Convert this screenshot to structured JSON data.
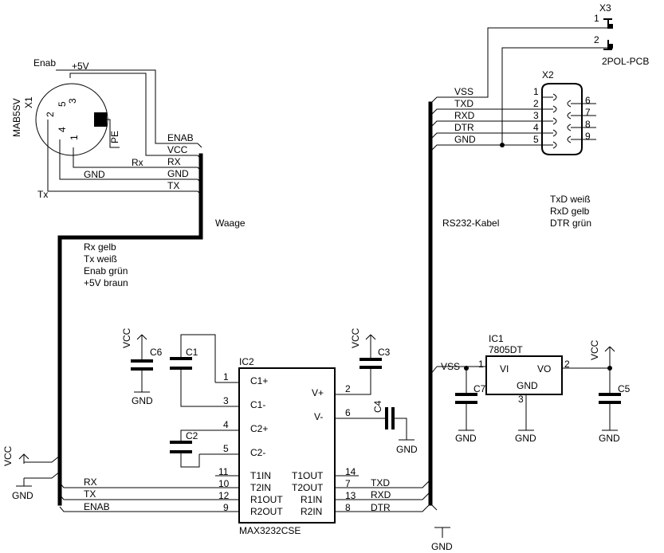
{
  "connectors": {
    "x1": {
      "ref": "X1",
      "type": "MAB5SV",
      "pin_enab": "Enab",
      "pin_5v": "+5V",
      "pin_tx": "Tx",
      "pin_pe": "PE",
      "pin2": "2",
      "pin3": "3",
      "pin4": "4",
      "pin5": "5",
      "pin1": "1"
    },
    "x2": {
      "ref": "X2",
      "pins": [
        "1",
        "2",
        "3",
        "4",
        "5",
        "6",
        "7",
        "8",
        "9"
      ]
    },
    "x3": {
      "ref": "X3",
      "type": "2POL-PCB",
      "pin1": "1",
      "pin2": "2"
    }
  },
  "scale_bus": {
    "label": "Waage",
    "signals": [
      "ENAB",
      "VCC",
      "RX",
      "GND",
      "TX"
    ],
    "rx_label": "Rx",
    "gnd_label": "GND",
    "colors_note": [
      "Rx gelb",
      "Tx weiß",
      "Enab grün",
      "+5V braun"
    ]
  },
  "rs232_bus": {
    "label": "RS232-Kabel",
    "signals": [
      "VSS",
      "TXD",
      "RXD",
      "DTR",
      "GND"
    ],
    "pin_numbers": [
      "1",
      "2",
      "3",
      "4",
      "5"
    ],
    "colors_note": [
      "TxD weiß",
      "RxD gelb",
      "DTR grün"
    ]
  },
  "ic2": {
    "ref": "IC2",
    "part": "MAX3232CSE",
    "left_pins": [
      {
        "num": "1",
        "name": "C1+"
      },
      {
        "num": "3",
        "name": "C1-"
      },
      {
        "num": "4",
        "name": "C2+"
      },
      {
        "num": "5",
        "name": "C2-"
      },
      {
        "num": "11",
        "name": "T1IN"
      },
      {
        "num": "10",
        "name": "T2IN"
      },
      {
        "num": "12",
        "name": "R1OUT"
      },
      {
        "num": "9",
        "name": "R2OUT"
      }
    ],
    "right_pins": [
      {
        "num": "2",
        "name": "V+"
      },
      {
        "num": "6",
        "name": "V-"
      },
      {
        "num": "14",
        "name": "T1OUT"
      },
      {
        "num": "7",
        "name": "T2OUT"
      },
      {
        "num": "13",
        "name": "R1IN"
      },
      {
        "num": "8",
        "name": "R2IN"
      }
    ],
    "left_nets": [
      "RX",
      "TX",
      "ENAB"
    ],
    "right_nets": [
      "TXD",
      "RXD",
      "DTR"
    ]
  },
  "ic1": {
    "ref": "IC1",
    "part": "7805DT",
    "vi": "VI",
    "vo": "VO",
    "gnd": "GND",
    "pin1": "1",
    "pin2": "2",
    "pin3": "3",
    "vss": "VSS"
  },
  "capacitors": [
    "C1",
    "C2",
    "C3",
    "C4",
    "C5",
    "C6",
    "C7"
  ],
  "power": {
    "vcc": "VCC",
    "gnd": "GND"
  }
}
